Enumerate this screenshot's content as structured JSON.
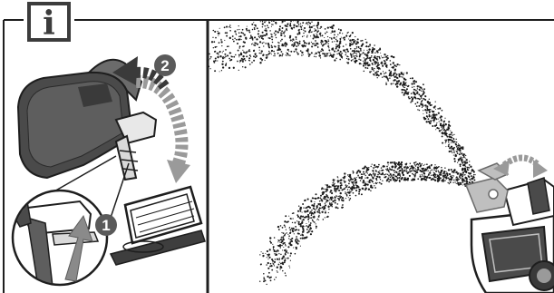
{
  "info_icon": {
    "glyph": "i",
    "icon": "info-icon",
    "color": "#3c3c3c"
  },
  "steps": [
    {
      "number": "1",
      "description_icon": "push-lever-up-arrow"
    },
    {
      "number": "2",
      "description_icon": "rotate-chute-arrow"
    }
  ],
  "colors": {
    "line": "#1e1e1e",
    "step_circle": "#5a5a5a",
    "arrow_dark": "#3a3a3a",
    "arrow_light": "#9a9a9a",
    "chute_dark": "#4a4a4a",
    "snow_dots": "#1a1a1a",
    "highlight": "#bfbfbf"
  }
}
